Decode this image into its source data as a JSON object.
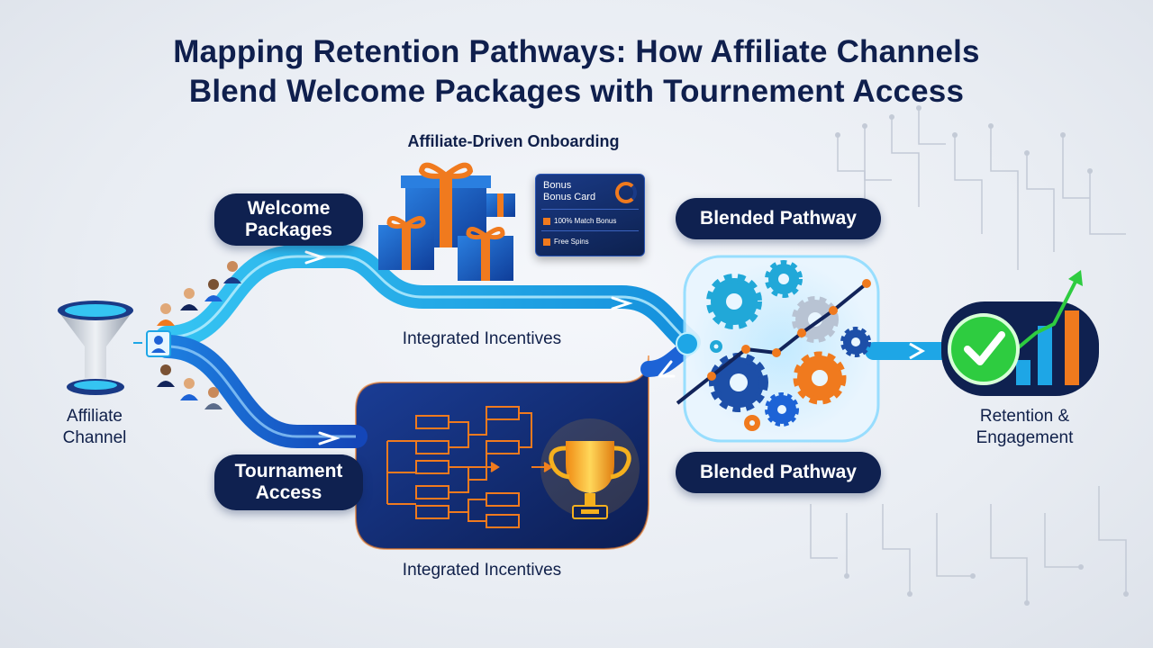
{
  "title": {
    "line1": "Mapping Retention Pathways: How Affiliate Channels",
    "line2": "Blend Welcome Packages with Tournement Access"
  },
  "labels": {
    "onboarding": "Affiliate-Driven Onboarding",
    "welcome_line1": "Welcome",
    "welcome_line2": "Packages",
    "tournament_line1": "Tournament",
    "tournament_line2": "Access",
    "integrated_top": "Integrated Incentives",
    "integrated_bottom": "Integrated Incentives",
    "blended_top": "Blended Pathway",
    "blended_bottom": "Blended Pathway",
    "affiliate_line1": "Affiliate",
    "affiliate_line2": "Channel",
    "retention_line1": "Retention &",
    "retention_line2": "Engagement"
  },
  "bonus_card": {
    "title_line1": "Bonus",
    "title_line2": "Bonus Card",
    "item1": "100% Match Bonus",
    "item2": "Free Spins"
  },
  "colors": {
    "navy": "#0f2150",
    "cyan": "#1ea6e6",
    "blue": "#1d63d6",
    "orange": "#f07a1e",
    "green": "#2ecc40",
    "gold": "#f5b01e"
  },
  "icons": [
    "funnel-icon",
    "people-icon",
    "gift-box-icon",
    "bonus-card-icon",
    "bracket-icon",
    "trophy-icon",
    "gears-icon",
    "trend-line-icon",
    "checkmark-icon",
    "bar-chart-icon",
    "arrow-icon"
  ]
}
